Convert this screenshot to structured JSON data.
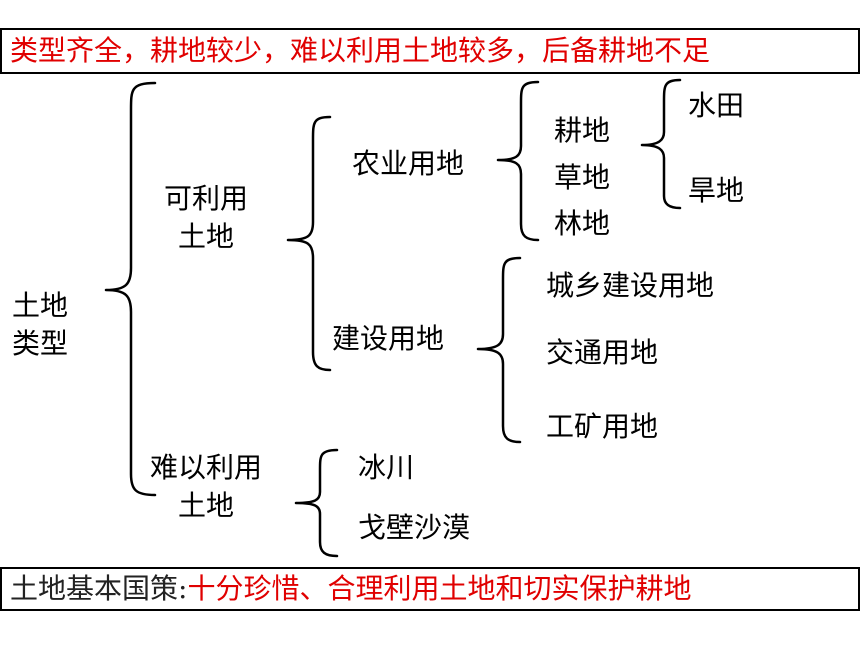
{
  "summary": "类型齐全，耕地较少，难以利用土地较多，后备耕地不足",
  "root": [
    "土地",
    "类型"
  ],
  "usable": [
    "可利用",
    "土地"
  ],
  "agricultural": "农业用地",
  "ag_items": [
    "耕地",
    "草地",
    "林地"
  ],
  "cropland_items": [
    "水田",
    "旱地"
  ],
  "construction": "建设用地",
  "con_items": [
    "城乡建设用地",
    "交通用地",
    "工矿用地"
  ],
  "unusable": [
    "难以利用",
    "土地"
  ],
  "unusable_items": [
    "冰川",
    "戈壁沙漠"
  ],
  "policy": {
    "prefix": "土地基本国策:",
    "text": "十分珍惜、合理利用土地和切实保护耕地"
  },
  "colors": {
    "highlight": "#e00000",
    "line": "#000000"
  }
}
